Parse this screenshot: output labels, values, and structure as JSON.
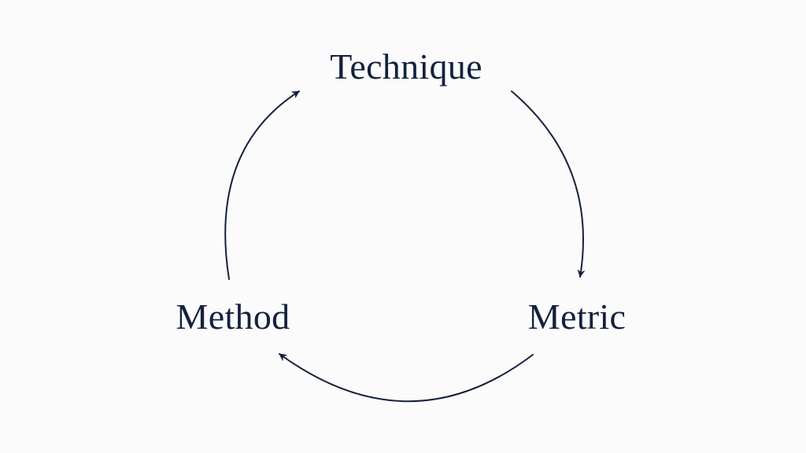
{
  "diagram": {
    "type": "cycle",
    "colors": {
      "background": "#fbfbfb",
      "ink": "#14213d"
    },
    "nodes": [
      {
        "id": "technique",
        "label": "Technique"
      },
      {
        "id": "metric",
        "label": "Metric"
      },
      {
        "id": "method",
        "label": "Method"
      }
    ],
    "edges": [
      {
        "from": "technique",
        "to": "metric"
      },
      {
        "from": "metric",
        "to": "method"
      },
      {
        "from": "method",
        "to": "technique"
      }
    ]
  }
}
